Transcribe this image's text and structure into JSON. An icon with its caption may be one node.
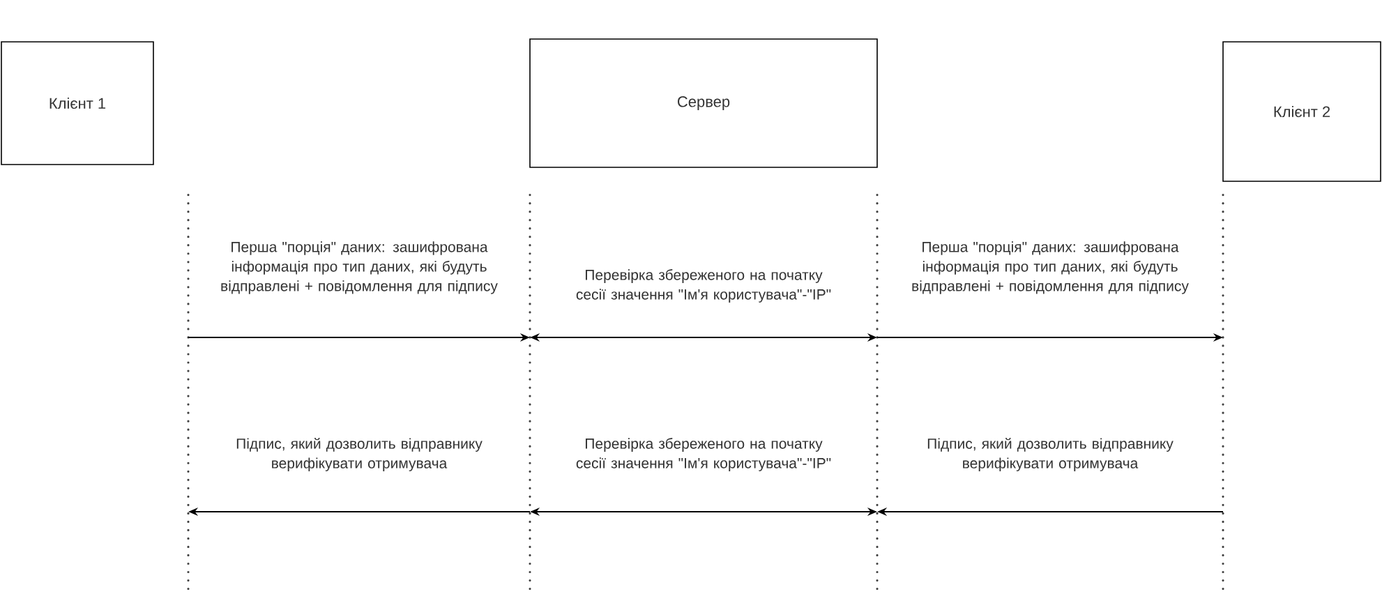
{
  "diagram": {
    "nodes": [
      {
        "text": [
          "Клієнт 1"
        ]
      },
      {
        "text": [
          "Сервер"
        ]
      },
      {
        "text": [
          "Клієнт 2"
        ]
      },
      {
        "text": [],
        "shape": "line"
      },
      {
        "text": [],
        "shape": "line"
      },
      {
        "text": [],
        "shape": "line"
      },
      {
        "text": [],
        "shape": "line"
      }
    ],
    "edges": [
      {
        "from": 3,
        "to": 4,
        "arrow": "to",
        "label": "Перша \"порція\" даних: зашифрована інформація про тип даних, які будуть відправлені + повідомлення для підпису"
      },
      {
        "from": 4,
        "to": 5,
        "arrow": "both",
        "label": "Перевірка збереженого на початку сесії значення \"Ім'я користувача\"-\"IP\""
      },
      {
        "from": 5,
        "to": 6,
        "arrow": "to",
        "label": "Перша \"порція\" даних: зашифрована інформація про тип даних, які будуть відправлені + повідомлення для підпису"
      },
      {
        "from": 4,
        "to": 3,
        "arrow": "to",
        "label": "Підпис, який дозволить відправнику верифікувати отримувача"
      },
      {
        "from": 4,
        "to": 5,
        "arrow": "both",
        "label": "Перевірка збереженого на початку сесії значення \"Ім'я користувача\"-\"IP\""
      },
      {
        "from": 6,
        "to": 5,
        "arrow": "to",
        "label": "Підпис, який дозволить відправнику верифікувати отримувача"
      }
    ]
  }
}
